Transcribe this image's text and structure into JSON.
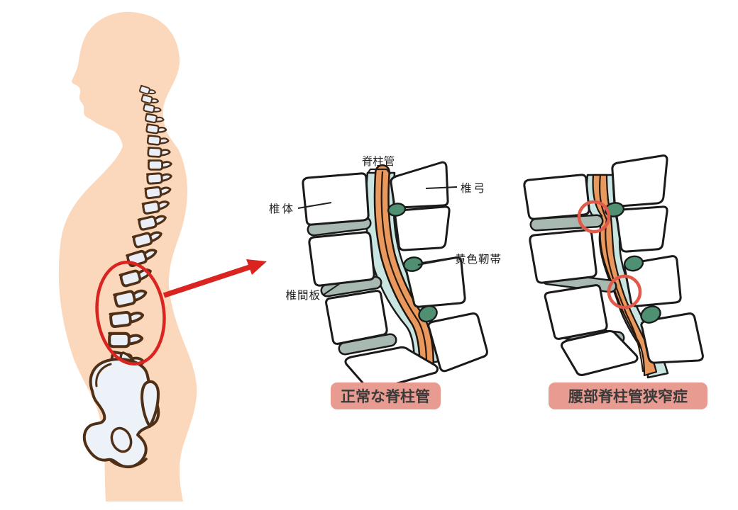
{
  "anatomy_labels": {
    "spinal_canal": "脊柱管",
    "vertebral_arch": "椎弓",
    "vertebral_body": "椎体",
    "ligamentum_flavum": "黄色靭帯",
    "intervertebral_disc": "椎間板"
  },
  "captions": {
    "normal": "正常な脊柱管",
    "stenosis": "腰部脊柱管狭窄症"
  },
  "colors": {
    "skin": "#fbd7bc",
    "bone_outline": "#4f2f15",
    "bone_fill": "#eaeff7",
    "diagram_outline": "#1a1a1a",
    "vertebra_fill": "#ffffff",
    "disc_fill": "#a7b9b0",
    "canal_fill": "#c8e5e2",
    "nerve_fill": "#e9995e",
    "ligament_fill": "#4f8f72",
    "highlight_red": "#da2420",
    "stenosis_circle_red": "#e15a49",
    "caption_bg": "#e89b91",
    "caption_text": "#3a3a3a",
    "label_text": "#1f1f1f"
  }
}
